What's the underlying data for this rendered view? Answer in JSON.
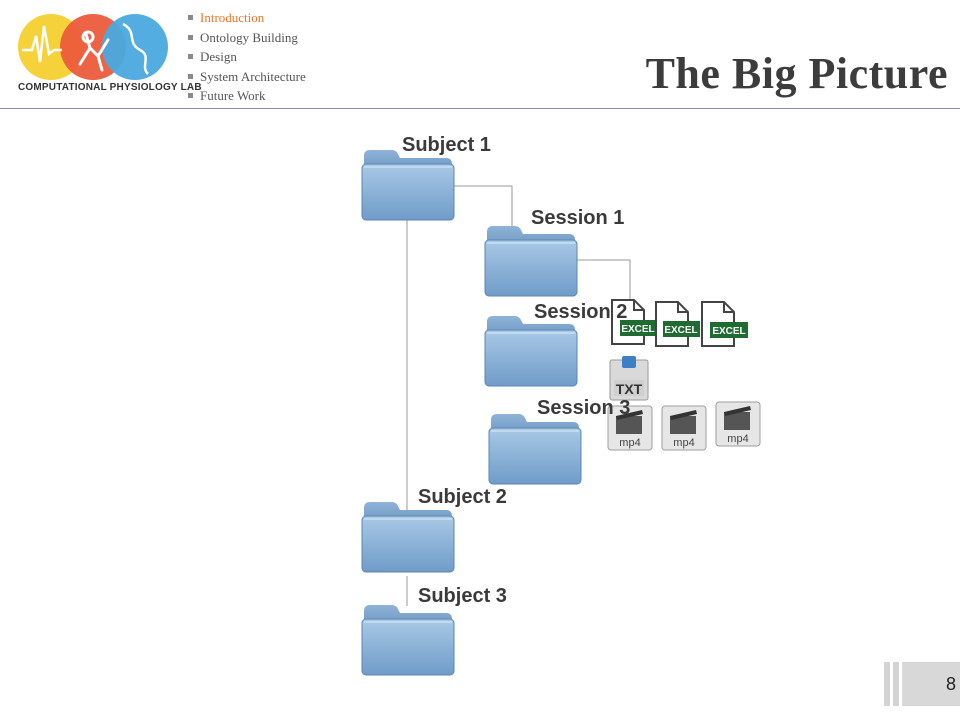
{
  "logo": {
    "text": "COMPUTATIONAL PHYSIOLOGY LAB"
  },
  "nav": {
    "items": [
      {
        "label": "Introduction",
        "active": true
      },
      {
        "label": "Ontology Building",
        "active": false
      },
      {
        "label": "Design",
        "active": false
      },
      {
        "label": "System Architecture",
        "active": false
      },
      {
        "label": "Future Work",
        "active": false
      }
    ]
  },
  "title": "The Big Picture",
  "diagram": {
    "subject1": "Subject 1",
    "subject2": "Subject 2",
    "subject3": "Subject 3",
    "session1": "Session 1",
    "session2": "Session 2",
    "session3": "Session 3",
    "excel_label": "EXCEL",
    "txt_label": "TXT",
    "mp4_label": "mp4"
  },
  "page_number": "8",
  "colors": {
    "accent": "#e07a2c",
    "folder": "#8db4d8",
    "excel": "#1f6b32"
  }
}
